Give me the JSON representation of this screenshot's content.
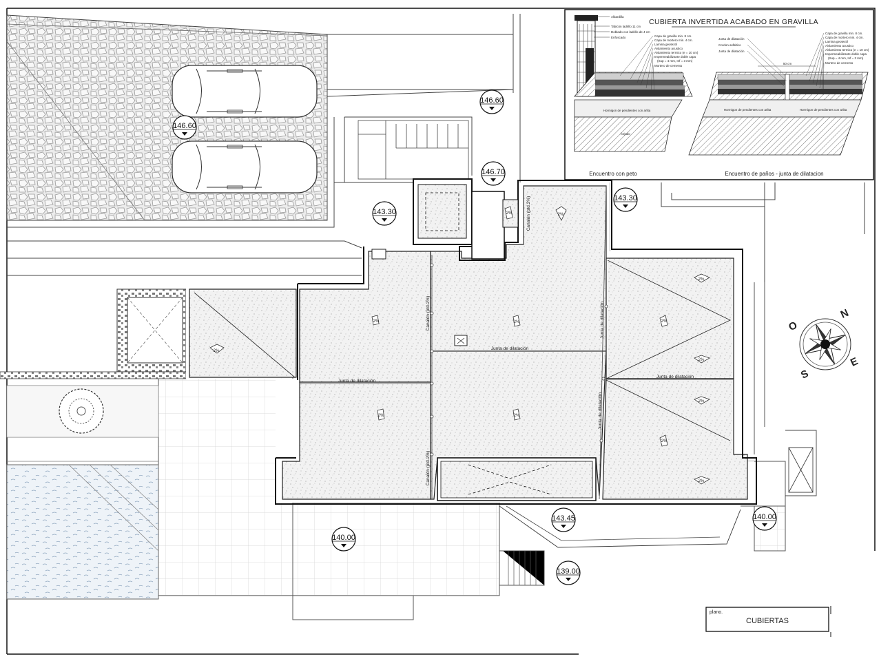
{
  "sheet": {
    "plan_label": "plano.",
    "plan_title": "CUBIERTAS"
  },
  "detail": {
    "title": "CUBIERTA INVERTIDA ACABADO EN GRAVILLA",
    "caption_left": "Encuentro con peto",
    "caption_right": "Encuentro de paños - junta de dilatacion",
    "left_labels": [
      "Albardilla",
      "Tabicón ladrillo 11 cm",
      "Doblado con ladrillo de 4 cm",
      "Enfoscado"
    ],
    "mid_labels": [
      "Capa de gravilla min. 8 cm.",
      "Capa de mortero min. 4 cm.",
      "Lamina geotextil",
      "Aislamiento acustico",
      "Aislamiento termico (e = 10 cm)",
      "Impermeabilizante doble capa",
      "(Sup = 4 mm, Inf = 3 mm)",
      "Mortero de cemento"
    ],
    "right_left_labels": [
      "Junta de dilatación",
      "Cordon asfaltico",
      "Junta de dilatación"
    ],
    "right_labels": [
      "Capa de gravilla min. 8 cm.",
      "Capa de mortero min. 4 cm.",
      "Lamina geotextil",
      "Aislamiento acustico",
      "Aislamiento termico (e = 10 cm)",
      "Impermeabilizante doble capa",
      "(Sup = 4 mm, Inf = 3 mm)",
      "Mortero de cemento"
    ],
    "dim_label": "50 cm",
    "forjado": "forjado",
    "hormigon_left": "Hormigon de pendientes con arlita",
    "hormigon_right": "Hormigon de pendientes con arlita"
  },
  "levels": [
    "146.60",
    "146.60",
    "146.70",
    "143.30",
    "143.30",
    "143.45",
    "140.00",
    "140.00",
    "139.00"
  ],
  "roof": {
    "slope": "2%",
    "junta": "Junta de dilatación",
    "canalon": "Canalón (ptd.2%)"
  },
  "compass": {
    "n": "N",
    "s": "S",
    "e": "E",
    "o": "O"
  }
}
